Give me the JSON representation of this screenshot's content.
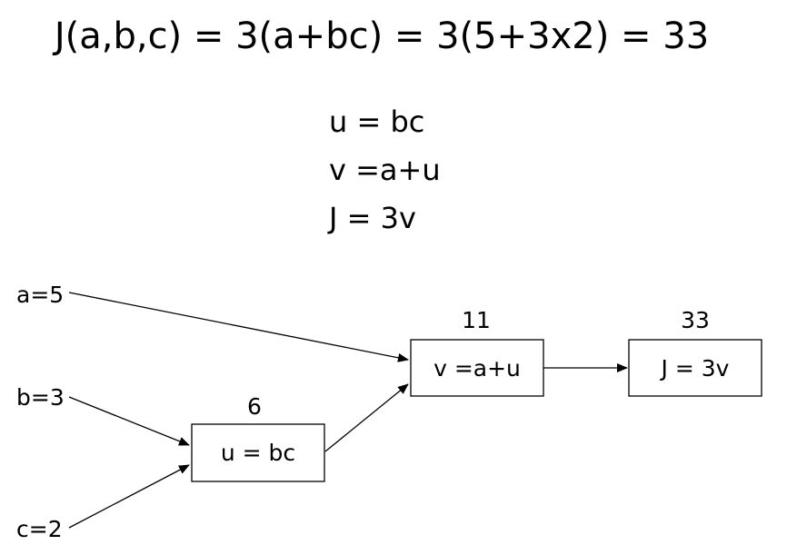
{
  "title": "J(a,b,c) = 3(a+bc) = 3(5+3x2) = 33",
  "equations": [
    "u = bc",
    "v =a+u",
    "J = 3v"
  ],
  "inputs": {
    "a": "a=5",
    "b": "b=3",
    "c": "c=2"
  },
  "nodes": {
    "u": {
      "label": "u = bc",
      "value": "6"
    },
    "v": {
      "label": "v =a+u",
      "value": "11"
    },
    "j": {
      "label": "J = 3v",
      "value": "33"
    }
  },
  "colors": {
    "stroke": "#000000",
    "box_fill": "#ffffff",
    "background": "#ffffff"
  }
}
